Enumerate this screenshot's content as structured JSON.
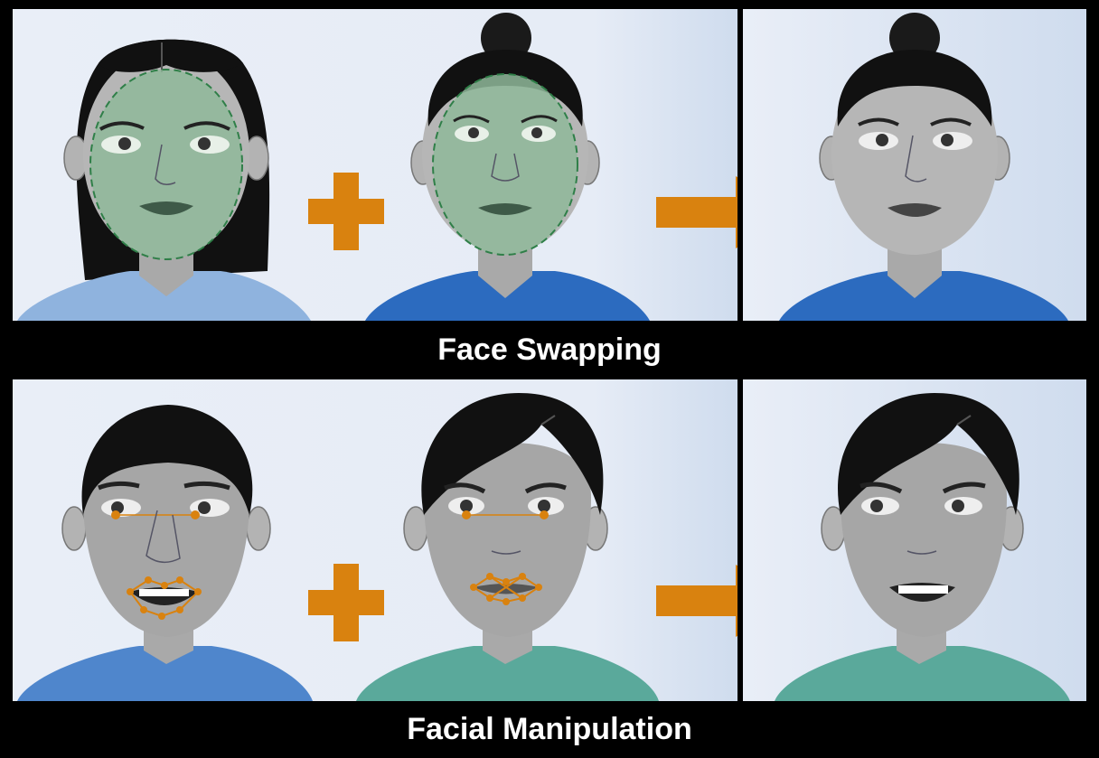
{
  "figure": {
    "rows": [
      {
        "id": "face-swapping",
        "caption": "Face Swapping",
        "operator_icon": "plus-icon",
        "result_icon": "arrow-right-icon"
      },
      {
        "id": "facial-manipulation",
        "caption": "Facial Manipulation",
        "operator_icon": "plus-icon",
        "result_icon": "arrow-right-icon"
      }
    ],
    "colors": {
      "accent_orange": "#d9820f",
      "face_swap_overlay": "#8fb89a",
      "landmark_orange": "#d9820f",
      "panel_background": "#e8eef7",
      "frame": "#000000",
      "shirt_light_blue": "#8fb3de",
      "shirt_blue": "#2c6bbf",
      "shirt_teal": "#5aa99b",
      "skin_gray": "#b6b6b6"
    }
  }
}
